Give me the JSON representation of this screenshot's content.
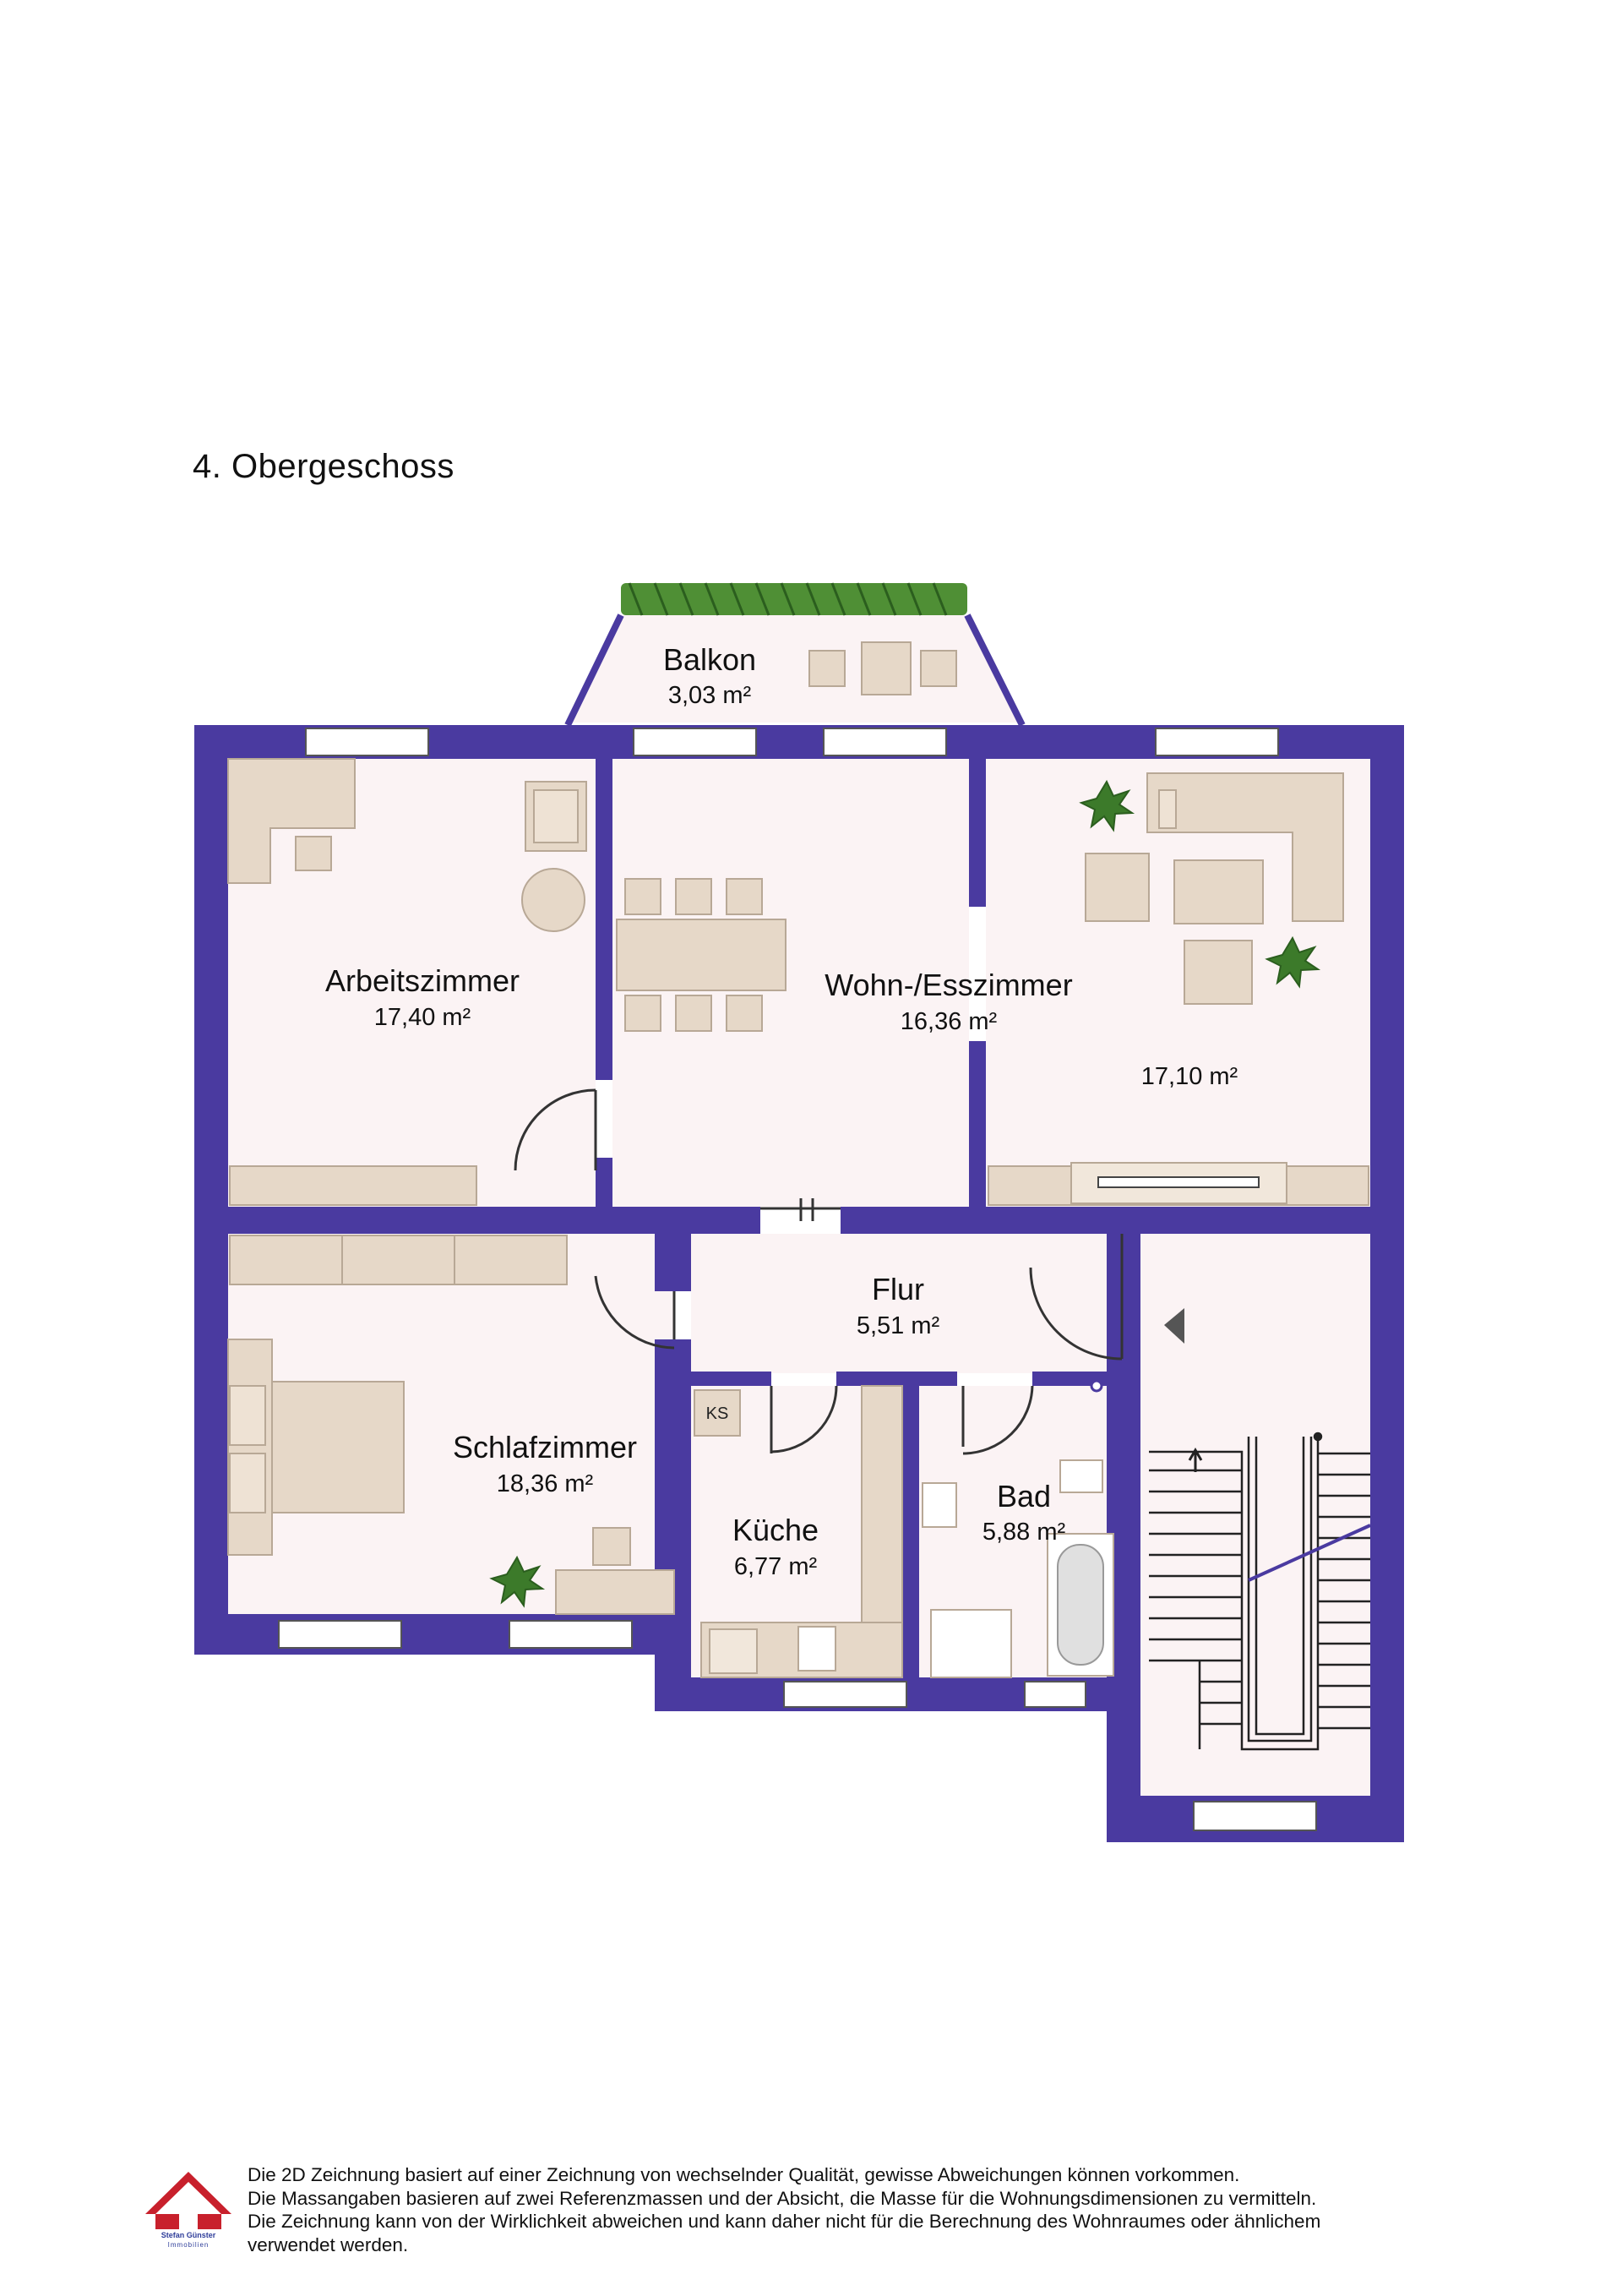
{
  "floor_title": "4. Obergeschoss",
  "rooms": {
    "balkon": {
      "name": "Balkon",
      "area": "3,03 m²"
    },
    "arbeitszimmer": {
      "name": "Arbeitszimmer",
      "area": "17,40 m²"
    },
    "wohn_esszimmer": {
      "name": "Wohn-/Esszimmer",
      "area": "16,36 m²"
    },
    "wohn_extra": {
      "area": "17,10 m²"
    },
    "flur": {
      "name": "Flur",
      "area": "5,51 m²"
    },
    "schlafzimmer": {
      "name": "Schlafzimmer",
      "area": "18,36 m²"
    },
    "kueche": {
      "name": "Küche",
      "area": "6,77 m²"
    },
    "bad": {
      "name": "Bad",
      "area": "5,88 m²"
    }
  },
  "fixtures": {
    "fridge_label": "KS"
  },
  "colors": {
    "wall": "#4a3aa0",
    "floor": "#fbf3f4",
    "furniture": "#e6d8c8",
    "plant": "#3c7a2a"
  },
  "disclaimer": {
    "line1": "Die 2D Zeichnung basiert auf einer Zeichnung von wechselnder Qualität, gewisse Abweichungen können vorkommen.",
    "line2": "Die Massangaben basieren auf zwei Referenzmassen und der Absicht, die Masse für die Wohnungsdimensionen zu vermitteln.",
    "line3": "Die Zeichnung kann von der Wirklichkeit abweichen und kann daher nicht für die Berechnung des Wohnraumes oder ähnlichem",
    "line4": "verwendet werden."
  },
  "logo": {
    "line1": "Stefan Günster",
    "line2": "Immobilien"
  }
}
